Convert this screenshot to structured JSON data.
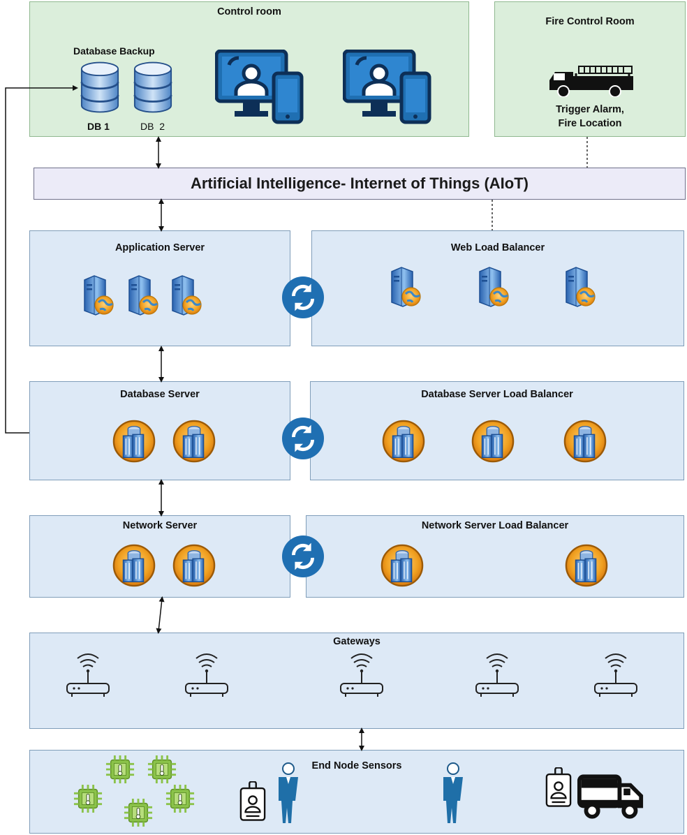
{
  "control_room": {
    "title": "Control room",
    "db_backup_label": "Database Backup",
    "db1": "DB 1",
    "db2": "DB  2"
  },
  "fire_room": {
    "title": "Fire Control Room",
    "trigger_line1": "Trigger Alarm,",
    "trigger_line2": "Fire Location"
  },
  "aiot": {
    "title": "Artificial Intelligence- Internet of Things (AIoT)"
  },
  "app_server": {
    "title": "Application Server"
  },
  "web_lb": {
    "title": "Web Load Balancer"
  },
  "db_server": {
    "title": "Database Server"
  },
  "db_lb": {
    "title": "Database Server Load Balancer"
  },
  "net_server": {
    "title": "Network Server"
  },
  "net_lb": {
    "title": "Network Server Load Balancer"
  },
  "gateways": {
    "title": "Gateways"
  },
  "sensors": {
    "title": "End Node Sensors"
  },
  "colors": {
    "control_green": "#dbeedb",
    "panel_blue": "#dde9f6",
    "aiot_lavender": "#ecebf8",
    "accent_blue": "#1f6fb2",
    "sensor_green": "#8bc34a"
  }
}
